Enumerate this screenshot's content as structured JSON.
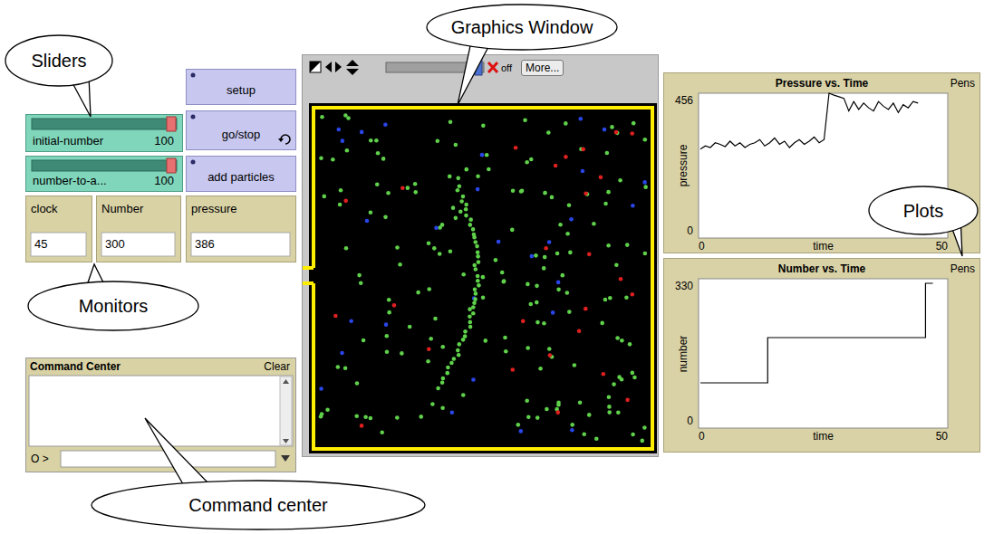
{
  "diagram": {
    "nodes": [
      {
        "text": [
          "Sliders"
        ]
      },
      {
        "text": [
          "Graphics Window"
        ]
      },
      {
        "text": [
          "setup"
        ]
      },
      {
        "text": [
          "initial-number",
          "100"
        ]
      },
      {
        "text": [
          "go/stop"
        ]
      },
      {
        "text": [
          "number-to-a...",
          "100"
        ]
      },
      {
        "text": [
          "add particles"
        ]
      },
      {
        "text": [
          "clock",
          "45"
        ]
      },
      {
        "text": [
          "Number",
          "300"
        ]
      },
      {
        "text": [
          "pressure",
          "386"
        ]
      },
      {
        "text": [
          "Monitors"
        ]
      },
      {
        "text": [
          "Command Center",
          "Clear",
          "O >"
        ]
      },
      {
        "text": [
          "off",
          "More..."
        ]
      },
      {
        "text": [
          "Pressure vs. Time",
          "Pens",
          "456",
          "pressure",
          "0",
          "0",
          "time",
          "50"
        ]
      },
      {
        "text": [
          "Plots"
        ]
      },
      {
        "text": [
          "Number vs. Time",
          "Pens",
          "330",
          "number",
          "0",
          "0",
          "time",
          "50"
        ]
      },
      {
        "text": [
          "Command center"
        ]
      }
    ]
  }
}
